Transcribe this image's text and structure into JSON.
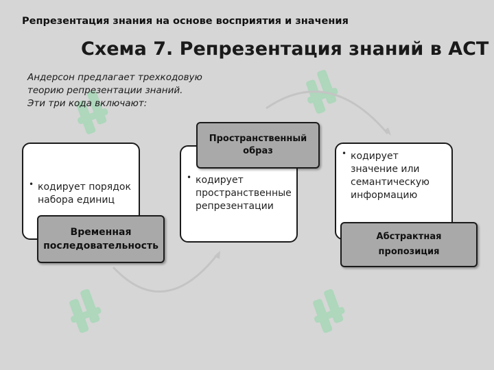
{
  "header": {
    "text": "Репрезентация знания на основе восприятия и значения"
  },
  "title": "Схема 7. Репрезентация знаний в АСТ",
  "intro": {
    "lines": [
      "Андерсон предлагает трехкодовую",
      "теорию репрезентации знаний.",
      "Эти три кода включают:"
    ]
  },
  "codes": [
    {
      "description": [
        "кодирует порядок",
        "набора единиц"
      ],
      "label": [
        "Временная",
        "последовательность"
      ]
    },
    {
      "description": [
        "кодирует",
        "пространственные",
        "репрезентации"
      ],
      "label": [
        "Пространственный",
        "образ"
      ]
    },
    {
      "description": [
        "кодирует",
        "значение или",
        "семантическую",
        "информацию"
      ],
      "label": [
        "Абстрактная",
        "пропозиция"
      ]
    }
  ],
  "bullet_symbol": "•",
  "colors": {
    "background": "#d6d6d6",
    "label_fill": "#a9a9a9",
    "card_fill": "#ffffff",
    "watermark": "#8fd9a8",
    "arrow": "#c9c9c9"
  }
}
